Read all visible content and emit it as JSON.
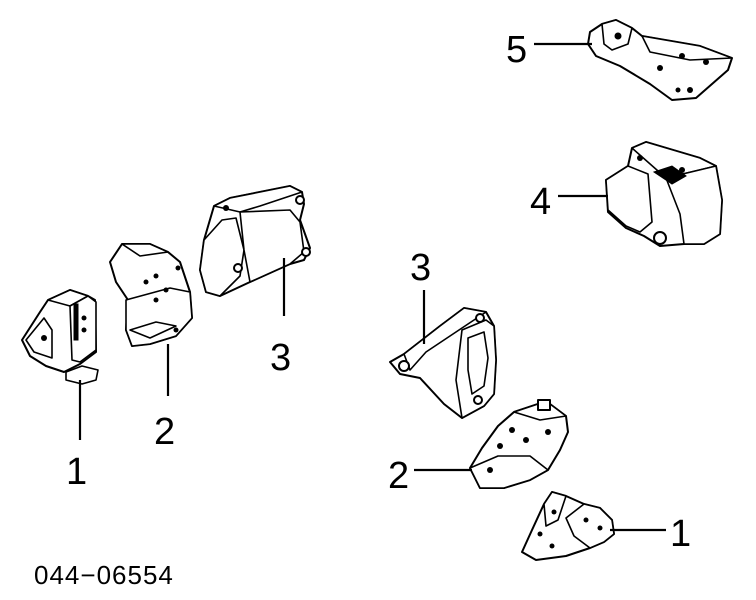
{
  "diagram": {
    "part_number": "044−06554",
    "callouts": {
      "left_1": "1",
      "left_2": "2",
      "left_3": "3",
      "right_1": "1",
      "right_2": "2",
      "right_3": "3",
      "right_4": "4",
      "right_5": "5"
    }
  }
}
